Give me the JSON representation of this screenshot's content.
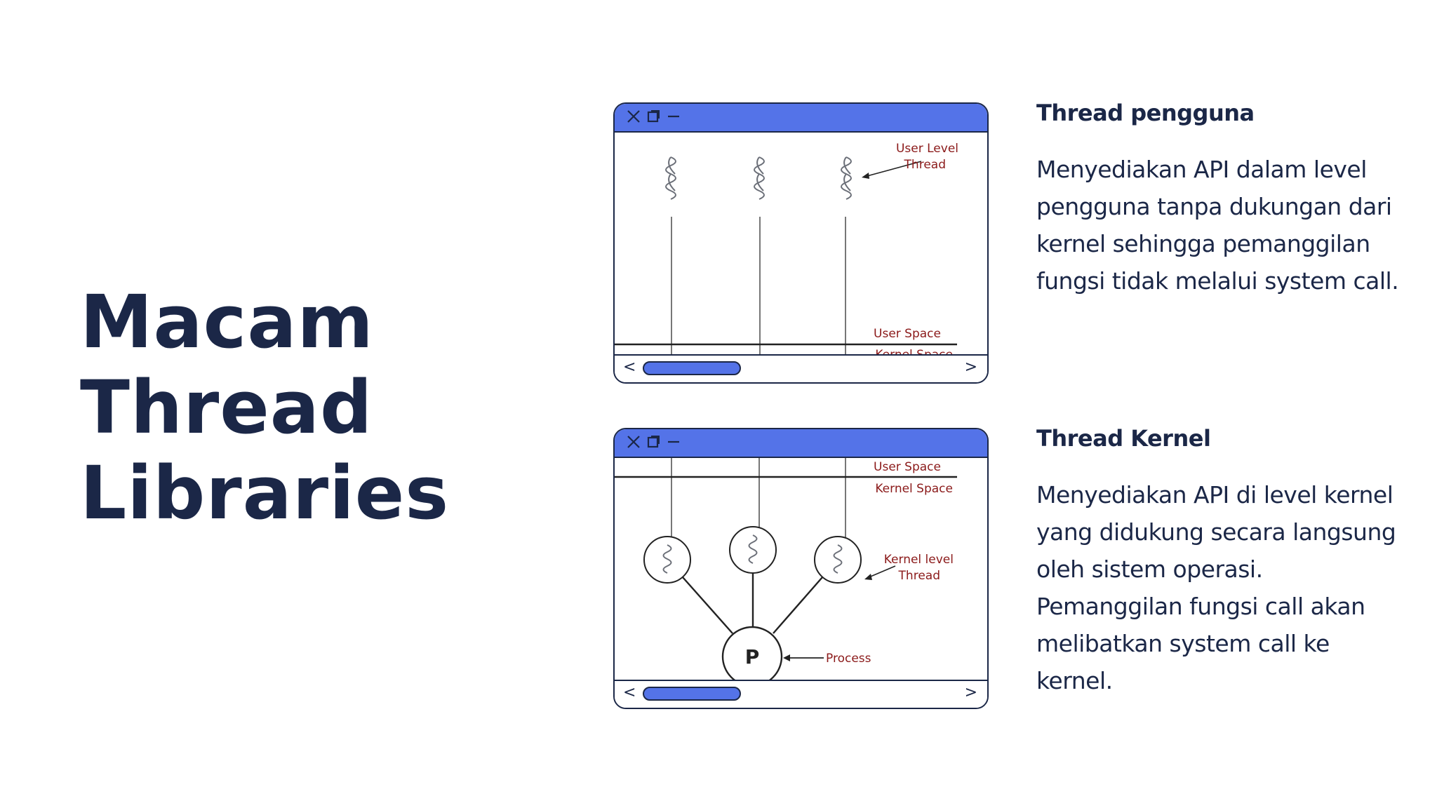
{
  "title": {
    "line1": "Macam",
    "line2": "Thread",
    "line3": "Libraries"
  },
  "window_controls": {
    "close": "close-icon",
    "maximize": "maximize-icon",
    "minimize": "minimize-icon"
  },
  "scroll": {
    "left": "<",
    "right": ">"
  },
  "diagram_user": {
    "label_user_level_1": "User Level",
    "label_user_level_2": "Thread",
    "label_user_space": "User Space",
    "label_kernel_space": "Kernel Space"
  },
  "diagram_kernel": {
    "label_user_space": "User Space",
    "label_kernel_space": "Kernel Space",
    "label_kernel_level_1": "Kernel level",
    "label_kernel_level_2": "Thread",
    "process_letter": "P",
    "label_process": "Process"
  },
  "sections": {
    "user": {
      "heading": "Thread pengguna",
      "body": "Menyediakan API dalam level pengguna tanpa dukungan dari kernel sehingga pemanggilan fungsi tidak melalui system call."
    },
    "kernel": {
      "heading": "Thread Kernel",
      "body": "Menyediakan API di level kernel yang didukung secara langsung oleh sistem operasi. Pemanggilan fungsi call akan melibatkan system call ke kernel."
    }
  },
  "colors": {
    "accent": "#5473e8",
    "text": "#1b2747",
    "diagram_label": "#8b1a1a"
  }
}
